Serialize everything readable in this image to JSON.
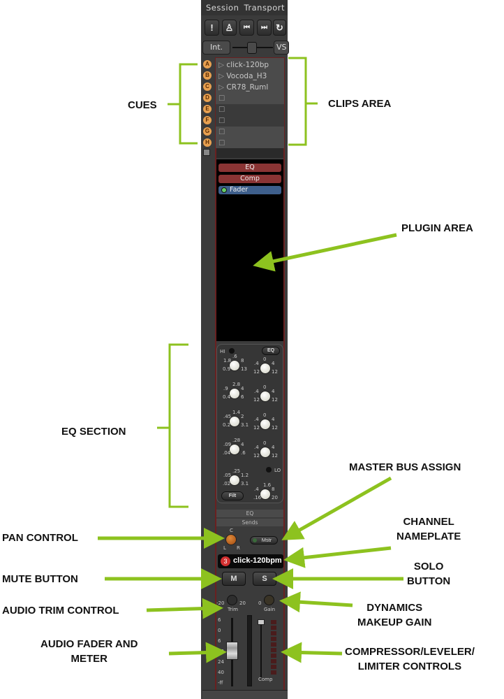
{
  "strip": {
    "menu": [
      "Session",
      "Transport"
    ],
    "transport_buttons": [
      {
        "icon": "alert-icon",
        "glyph": "!"
      },
      {
        "icon": "metronome-icon",
        "glyph": "♙"
      },
      {
        "icon": "skip-back-icon",
        "glyph": "⏮"
      },
      {
        "icon": "skip-forward-icon",
        "glyph": "⏭"
      },
      {
        "icon": "loop-icon",
        "glyph": "↻"
      }
    ],
    "sync_left": "Int.",
    "sync_right": "VS",
    "cues": [
      "A",
      "B",
      "C",
      "D",
      "E",
      "F",
      "G",
      "H"
    ],
    "clips": [
      "click-120bp",
      "Vocoda_H3",
      "CR78_Ruml",
      "",
      "",
      "",
      "",
      ""
    ],
    "plugins": [
      "EQ",
      "Comp",
      "Fader"
    ],
    "eq": {
      "hi": "HI",
      "eq_button": "EQ",
      "lo": "LO",
      "filt": "Filt",
      "bands": [
        {
          "freq": [
            ".6",
            "1.8",
            "8",
            "0.9",
            "13"
          ],
          "gain": [
            "0",
            ".4",
            "4",
            "12",
            "12"
          ]
        },
        {
          "freq": [
            "2.8",
            ".9",
            "4",
            "0.4",
            "6"
          ],
          "gain": [
            "0",
            ".4",
            "4",
            "12",
            "12"
          ]
        },
        {
          "freq": [
            "1.4",
            ".45",
            "2",
            "0.2",
            "3.1"
          ],
          "gain": [
            "0",
            ".4",
            "4",
            "12",
            "12"
          ]
        },
        {
          "freq": [
            ".28",
            ".09",
            "4",
            ".04",
            ".6"
          ],
          "gain": [
            "0",
            ".4",
            "4",
            "12",
            "12"
          ]
        }
      ],
      "hpf": [
        ".25",
        ".05",
        "1.2",
        ".02",
        "3.1"
      ],
      "lpf": [
        "1.6",
        ".4",
        "8",
        ".16",
        "20"
      ]
    },
    "tabs": [
      "EQ",
      "Sends"
    ],
    "pan": {
      "c": "C",
      "l": "L",
      "r": "R"
    },
    "master_button": "Mstr",
    "channel_number": "3",
    "channel_name": "click-120bpm",
    "mute": "M",
    "solo": "S",
    "trim": {
      "label": "Trim",
      "min": "-20",
      "max": "20"
    },
    "gain": {
      "label": "Gain",
      "min": "0"
    },
    "fader_scale": [
      "6",
      "0",
      "6",
      "12",
      "24",
      "40",
      "-ff"
    ],
    "comp_label": "Comp"
  },
  "annotations": {
    "cues": "CUES",
    "clips": "CLIPS AREA",
    "plugin": "PLUGIN AREA",
    "eq": "EQ SECTION",
    "master": "MASTER BUS ASSIGN",
    "pan": "PAN CONTROL",
    "nameplate": [
      "CHANNEL",
      "NAMEPLATE"
    ],
    "mute": "MUTE BUTTON",
    "solo": [
      "SOLO",
      "BUTTON"
    ],
    "trim": "AUDIO TRIM CONTROL",
    "gain": [
      "DYNAMICS",
      "MAKEUP GAIN"
    ],
    "fader": [
      "AUDIO FADER AND",
      "METER"
    ],
    "comp": [
      "COMPRESSOR/LEVELER/",
      "LIMITER CONTROLS"
    ]
  },
  "colors": {
    "accent": "#8dc21f",
    "cue": "#e8a050",
    "frame": "#6a2020"
  }
}
